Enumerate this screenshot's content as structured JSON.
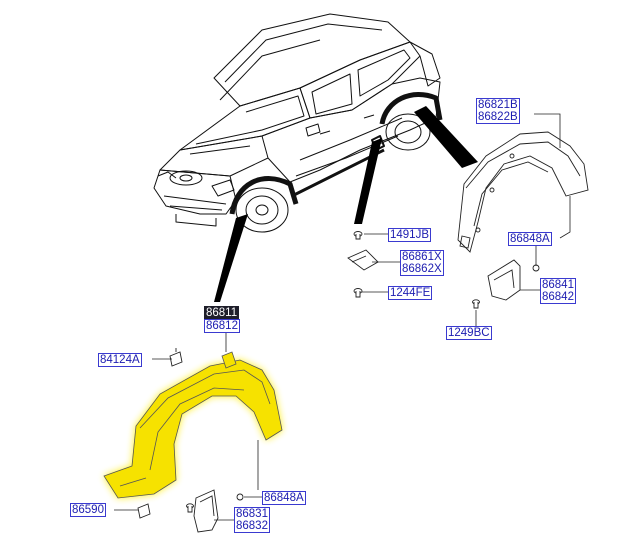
{
  "labels": {
    "p86821B": "86821B",
    "p86822B": "86822B",
    "p1491JB": "1491JB",
    "p86861X": "86861X",
    "p86862X": "86862X",
    "p1244FE": "1244FE",
    "p86848A_rear": "86848A",
    "p86841": "86841",
    "p86842": "86842",
    "p1249BC": "1249BC",
    "p86811": "86811",
    "p86812": "86812",
    "p84124A": "84124A",
    "p86590": "86590",
    "p86848A_front": "86848A",
    "p86831": "86831",
    "p86832": "86832"
  },
  "colors": {
    "highlight": "#ffee00",
    "label_text": "#1c1cb0",
    "label_border": "#3a3ad0",
    "line": "#111111"
  },
  "icons": [
    "vehicle-illustration",
    "rear-wheel-guard-illustration",
    "front-wheel-guard-illustration",
    "mud-guard-illustration",
    "bolt-icon",
    "clip-icon",
    "nut-icon",
    "bracket-icon"
  ]
}
